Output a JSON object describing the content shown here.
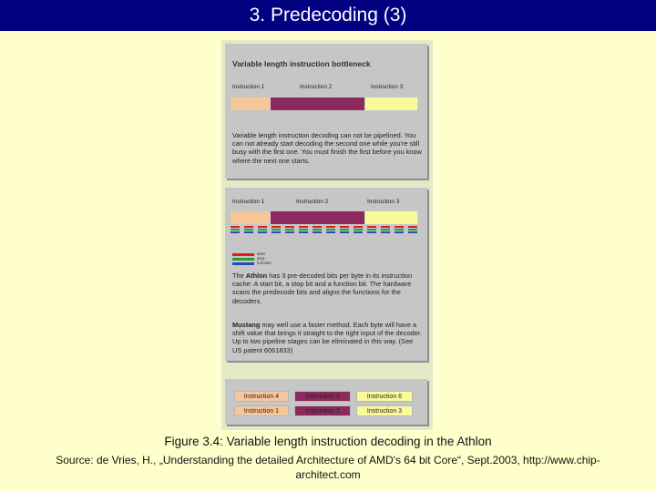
{
  "header": {
    "title": "3. Predecoding (3)"
  },
  "figure": {
    "panel1": {
      "title": "Variable length instruction bottleneck",
      "labels": [
        "Instruction 1",
        "Instruction 2",
        "Instruction 3"
      ],
      "text": "Variable length instruction decoding can not be pipelined. You can not already start decoding the second one while you're still busy with the first one. You must finish the first before you know where the next one starts."
    },
    "panel2": {
      "labels": [
        "Instruction 1",
        "Instruction 2",
        "Instruction 3"
      ],
      "legend": [
        "start",
        "stop",
        "function"
      ],
      "athlon_name": "Athlon",
      "text_a_pre": "The ",
      "text_a_post": " has 3 pre-decoded bits per byte in its instruction cache: A start bit, a stop bit and a function bit. The hardware scans the predecode bits and aligns the functions for the decoders.",
      "mustang_name": "Mustang",
      "text_b_post": " may well use a faster method. Each byte will have a shift value that brings it straight to the right input of the decoder. Up to two pipeline stages can be eliminated in this way. (See US patent 6061833)"
    },
    "panel3": {
      "row1": [
        "Instruction 4",
        "Instruction 5",
        "Instruction 6"
      ],
      "row2": [
        "Instruction 1",
        "Instruction 2",
        "Instruction 3"
      ]
    },
    "colors": {
      "instr1": "#f6c79a",
      "instr2": "#8c2a5e",
      "instr3": "#fafa9a",
      "start": "#d62020",
      "stop": "#2aa02a",
      "function": "#2a4ac0"
    }
  },
  "caption": "Figure 3.4: Variable length instruction decoding in the Athlon",
  "source": "Source: de Vries, H., „Understanding the detailed Architecture of AMD's 64 bit Core“, Sept.2003, http://www.chip-architect.com"
}
